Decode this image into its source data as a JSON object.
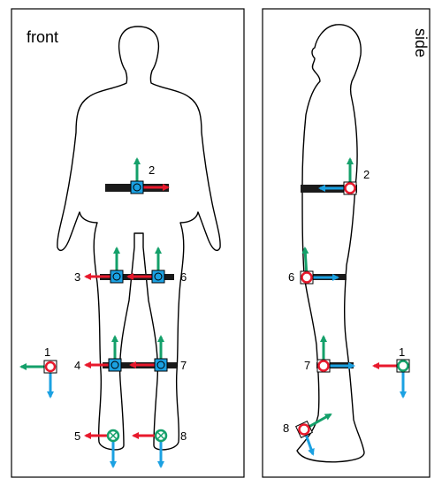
{
  "panels": {
    "front": {
      "title": "front"
    },
    "side": {
      "title": "side"
    }
  },
  "legend_sensor": {
    "label": "1"
  },
  "sensors": {
    "front": [
      {
        "label": "2",
        "where": "waist belt",
        "color": "blue"
      },
      {
        "label": "3",
        "where": "right thigh",
        "color": "blue"
      },
      {
        "label": "6",
        "where": "left thigh",
        "color": "blue"
      },
      {
        "label": "4",
        "where": "right shank",
        "color": "blue"
      },
      {
        "label": "7",
        "where": "left shank",
        "color": "blue"
      },
      {
        "label": "5",
        "where": "right foot",
        "color": "green"
      },
      {
        "label": "8",
        "where": "left foot",
        "color": "green"
      }
    ],
    "side": [
      {
        "label": "2",
        "where": "waist belt",
        "color": "red"
      },
      {
        "label": "6",
        "where": "thigh",
        "color": "red"
      },
      {
        "label": "7",
        "where": "shank",
        "color": "red"
      },
      {
        "label": "8",
        "where": "foot",
        "color": "red"
      }
    ]
  },
  "colors": {
    "x_axis": "#e8192c",
    "y_axis": "#14a06a",
    "z_axis": "#1ba1e2",
    "sensor_blue": "#1ba1e2",
    "sensor_green": "#14a06a",
    "sensor_red": "#e8192c",
    "strap": "#1a1a1a"
  }
}
